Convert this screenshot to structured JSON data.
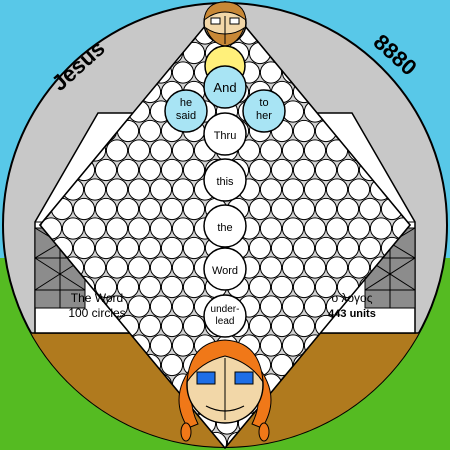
{
  "labels": {
    "jesus": "Jesus",
    "number": "8880",
    "word_label": "The Word",
    "circles_label": "100 circles",
    "greek": "ὁ λογος",
    "units": "443 units"
  },
  "central_words": [
    {
      "id": "and",
      "lines": [
        "And"
      ]
    },
    {
      "id": "he-said",
      "lines": [
        "he",
        "said"
      ]
    },
    {
      "id": "to-her",
      "lines": [
        "to",
        "her"
      ]
    },
    {
      "id": "thru",
      "lines": [
        "Thru"
      ]
    },
    {
      "id": "this",
      "lines": [
        "this"
      ]
    },
    {
      "id": "the",
      "lines": [
        "the"
      ]
    },
    {
      "id": "word",
      "lines": [
        "Word"
      ]
    },
    {
      "id": "under-lead",
      "lines": [
        "under-",
        "lead"
      ]
    }
  ],
  "colors": {
    "sky": "#58C8E8",
    "grass": "#55BB22",
    "disc": "#C8C8C8",
    "ground": "#B07A1E",
    "accent_yellow": "#FFF07A",
    "accent_blue": "#A8E4F4",
    "hair_top": "#C88836",
    "hair_bottom": "#F07818",
    "eyes": "#1E6EE6"
  }
}
